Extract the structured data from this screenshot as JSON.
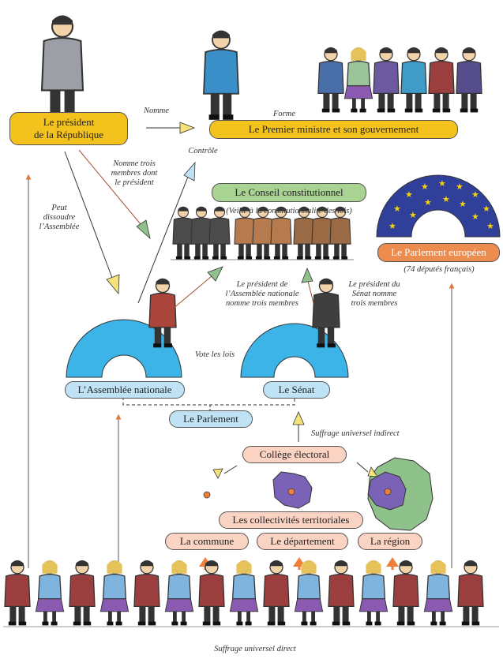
{
  "nodes": {
    "president": "Le président\nde la République",
    "premier": "Le Premier ministre et son gouvernement",
    "conseil": "Le Conseil constitutionnel",
    "parlement_europeen": "Le Parlement européen",
    "assemblee": "L’Assemblée nationale",
    "senat": "Le Sénat",
    "parlement": "Le Parlement",
    "college": "Collège électoral",
    "collectivites": "Les collectivités territoriales",
    "commune": "La commune",
    "departement": "Le département",
    "region": "La région"
  },
  "labels": {
    "nomme": "Nomme",
    "forme": "Forme",
    "controle": "Contrôle",
    "nomme_trois": "Nomme trois\nmembres dont\nle président",
    "peut_dissoudre": "Peut\ndissoudre\nl’Assemblée",
    "veille": "(Veille à la constitutionnalité des lois)",
    "deputes_francais": "(74 députés français)",
    "president_assemblee": "Le président de\nl’Assemblée nationale\nnomme trois membres",
    "president_senat": "Le président du\nSénat nomme\ntrois membres",
    "vote_lois": "Vote les lois",
    "suffrage_indirect": "Suffrage universel indirect",
    "suffrage_direct": "Suffrage universel direct"
  },
  "colors": {
    "yellow": "#f3c21c",
    "green": "#a9d392",
    "light_blue": "#bfe3f5",
    "peach": "#fad3c2",
    "orange": "#ed8c4f",
    "hemicycle_blue": "#3cb4e8",
    "eu_blue": "#2f3f9a",
    "eu_star": "#f5d20a",
    "map_purple": "#7a63b6",
    "map_green": "#8fc18a"
  },
  "icons": [
    "person-figure-icon",
    "hemicycle-icon",
    "eu-stars-icon",
    "territory-map-icon",
    "arrow-icon"
  ]
}
